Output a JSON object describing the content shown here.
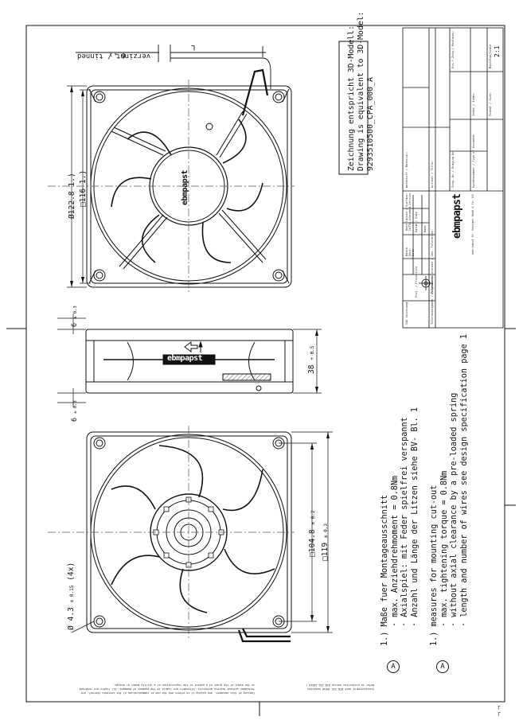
{
  "wire_label": "verzinnt / tinned",
  "wire_dim": "6",
  "wire_dim_tol": "± 1",
  "length_label": "L",
  "model_note_line1": "Zeichnung entspricht 3D-Modell:",
  "model_note_line2": "Drawing is equivalent to 3D-Model:",
  "model_note_line3": "9293510500_CPA_000_A",
  "dia_outer": "Ø122.8",
  "dia_outer_ref": "1.)",
  "sq_inner": "□116",
  "sq_inner_ref": "1.)",
  "side_flange_top": "6",
  "side_flange_top_tol": "± 0.3",
  "side_flange_bot": "6",
  "side_flange_bot_tol": "± 0.3",
  "side_height": "38",
  "side_height_tol": "+ 0.5",
  "brand": "ebmpapst",
  "hole_dim": "Ø 4.3",
  "hole_tol": "± 0.15",
  "hole_count": "(4x)",
  "sq_pitch": "□104.8",
  "sq_pitch_tol": "± 0.2",
  "sq_body": "□119",
  "sq_body_tol": "± 0.3",
  "note_de": {
    "title": "1.) Maße fuer Montageausschnitt",
    "items": [
      "· max. Anziehdrehmoment = 0.8Nm",
      "· Axialspiel: mit Feder spielfrei verspannt",
      "· Anzahl und Länge der Litzen siehe BV- Bl. 1"
    ]
  },
  "note_en": {
    "title": "1.) measures for mounting cut-out",
    "items": [
      "· max. tightening torque = 0.8Nm",
      "· without axial clearance by a pre-loaded spring",
      "· length and number of wires see design specification page 1"
    ]
  },
  "marker_letter": "A",
  "titleblock": {
    "werkstoff": "Werkstoff / Material:",
    "artikel": "Artikel / Title:",
    "zchg_nr": "Zchg.-Nr./ Drawing No:",
    "ers_fuer": "Ers.f.Zchg./ Replaces:",
    "kunden": "Kundennummer / Type of Document",
    "massstab": "Massstab/Scale",
    "scale_val": "2:1",
    "format": "Format / Size:",
    "index": "Index / Index:",
    "company": "ebm-papst St. Georgen GmbH & Co. KG",
    "datum": "Datum / Date",
    "name": "Name",
    "bearb": "Bearb.",
    "gepr": "Gepr.",
    "norm": "Norm",
    "toleranz": "Toleranzangaben / Tolerances:",
    "allgemein": "Allgemeintoleranzen / Gen. Tolerances:",
    "oberfl": "Oberflächen / Surface:",
    "cad": "CAD Zeichnung",
    "version": "CATIA-Standard-Version",
    "proj": "Proj. / Projection"
  },
  "copyright_line1": "Copying of this document, and giving it to others and the use or communication of the contents thereof, are",
  "copyright_line2": "forbidden without express authority. Offenders are liable to the payment of damages. All rights are reserved",
  "copyright_line3": "in the event of the grant of a patent or the registration of a utility model or design.",
  "iso_line1": "Schutzvermerk nach DIN ISO 16016 beachten",
  "iso_line2": "Refer to protection notice DIN ISO 16016 !",
  "corner_mark": "┌"
}
